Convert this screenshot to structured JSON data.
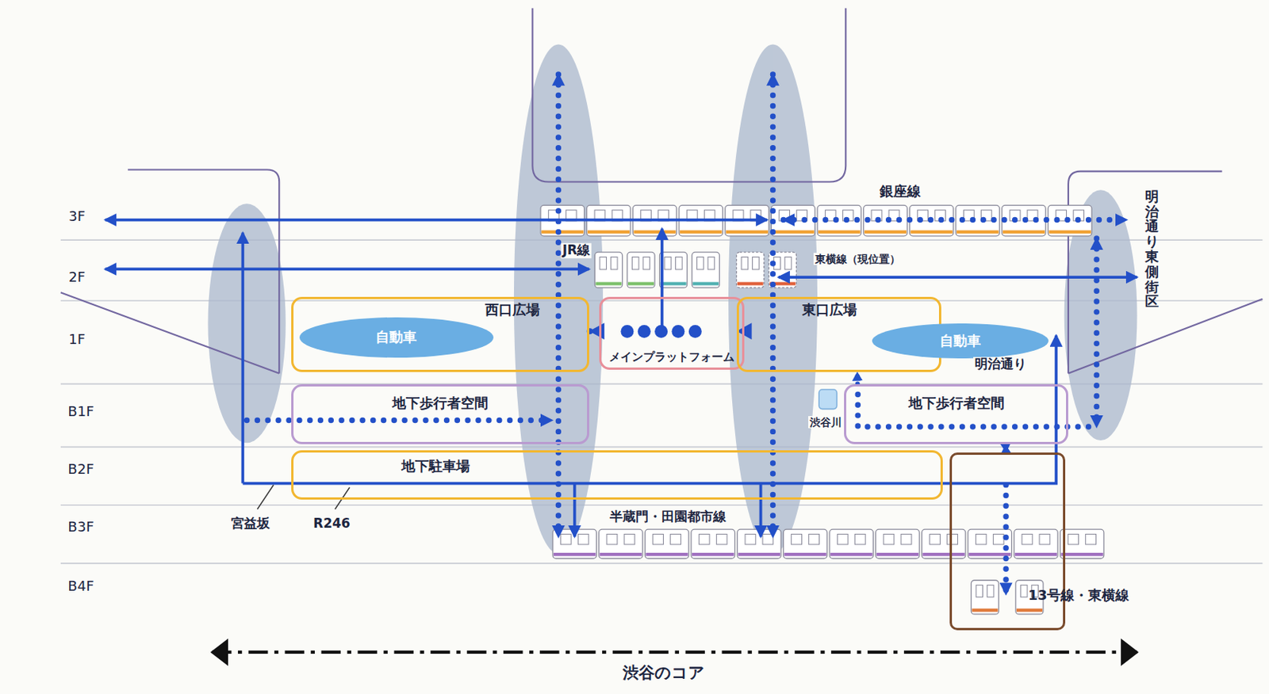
{
  "diagram": {
    "nodes": [
      {
        "text": [
          "西口広場"
        ]
      },
      {
        "text": [
          "自動車"
        ],
        "in": 0
      },
      {
        "text": [
          "メインプラットフォーム"
        ]
      },
      {
        "text": [
          "東口広場"
        ]
      },
      {
        "text": [
          "自動車"
        ],
        "in": 3
      },
      {
        "text": [
          "地下歩行者空間"
        ]
      },
      {
        "text": [
          "地下歩行者空間"
        ]
      },
      {
        "text": [
          "地下駐車場"
        ]
      },
      {
        "text": [
          "13号線・東横線"
        ]
      }
    ],
    "edges": [
      {
        "from": 2,
        "to": 0,
        "arrow": "to"
      },
      {
        "from": 2,
        "to": 3,
        "arrow": "to"
      },
      {
        "from": 6,
        "to": 3,
        "arrow": "to"
      },
      {
        "from": 8,
        "to": 6,
        "arrow": "both"
      }
    ],
    "labels": [
      "3F",
      "2F",
      "1F",
      "B1F",
      "B2F",
      "B3F",
      "B4F",
      "銀座線",
      "JR線",
      "東横線（現位置）",
      "明治通り東側街区",
      "明治通り",
      "渋谷川",
      "宮益坂",
      "R246",
      "半蔵門・田園都市線",
      "渋谷のコア"
    ]
  }
}
